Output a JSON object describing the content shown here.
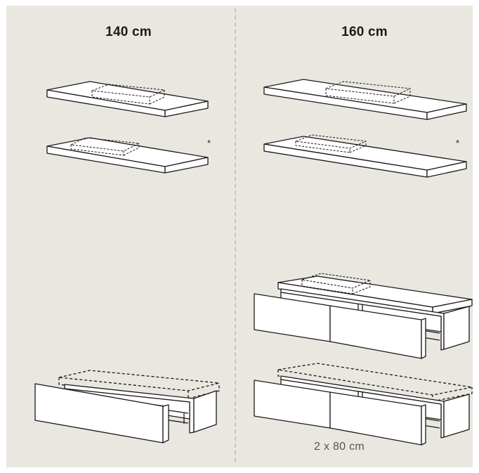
{
  "columns": [
    {
      "title": "140 cm"
    },
    {
      "title": "160 cm"
    }
  ],
  "marks": {
    "asterisk": "*"
  },
  "footnote": "2 x 80 cm",
  "colors": {
    "background": "#eae7e1",
    "line": "#1a1a1a",
    "fill": "#ffffff",
    "divider": "#c9c4bd"
  }
}
